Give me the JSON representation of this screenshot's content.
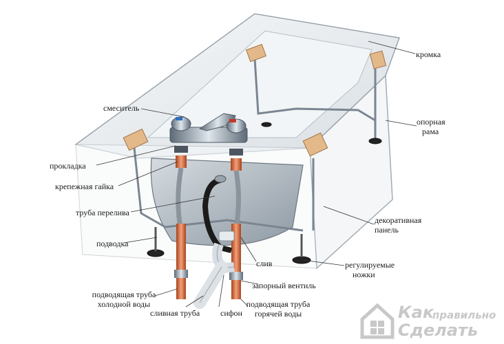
{
  "labels": {
    "kromka": "кромка",
    "opornaya_rama_1": "опорная",
    "opornaya_rama_2": "рама",
    "smesitel": "смеситель",
    "prokladka": "прокладка",
    "krepezhnaya_gaika": "крепежная гайка",
    "truba_pereliva": "труба перелива",
    "dekorativnaya_panel_1": "декоративная",
    "dekorativnaya_panel_2": "панель",
    "podvodka": "подводка",
    "sliv": "слив",
    "reguliruemye_nozhki_1": "регулируемые",
    "reguliruemye_nozhki_2": "ножки",
    "zapornyi_ventil": "запорный вентиль",
    "podvodyashchaya_kholodnaya_1": "подводящая труба",
    "podvodyashchaya_kholodnaya_2": "холодной воды",
    "slivnaya_truba": "сливная труба",
    "sifon": "сифон",
    "podvodyashchaya_goryachaya_1": "подводящая труба",
    "podvodyashchaya_goryachaya_2": "горячей воды"
  },
  "logo": {
    "line1": "Как",
    "line2": "правильно",
    "line3": "Сделать"
  },
  "colors": {
    "bath_edge": "#9aa4ad",
    "bath_fill": "#eef1f3",
    "wood": "#e3b98a",
    "copper": "#d9652f",
    "chrome": "#7f8c99",
    "hose": "#1b1b1b",
    "leader": "#333333",
    "logo_gray": "#c8c8c8"
  }
}
